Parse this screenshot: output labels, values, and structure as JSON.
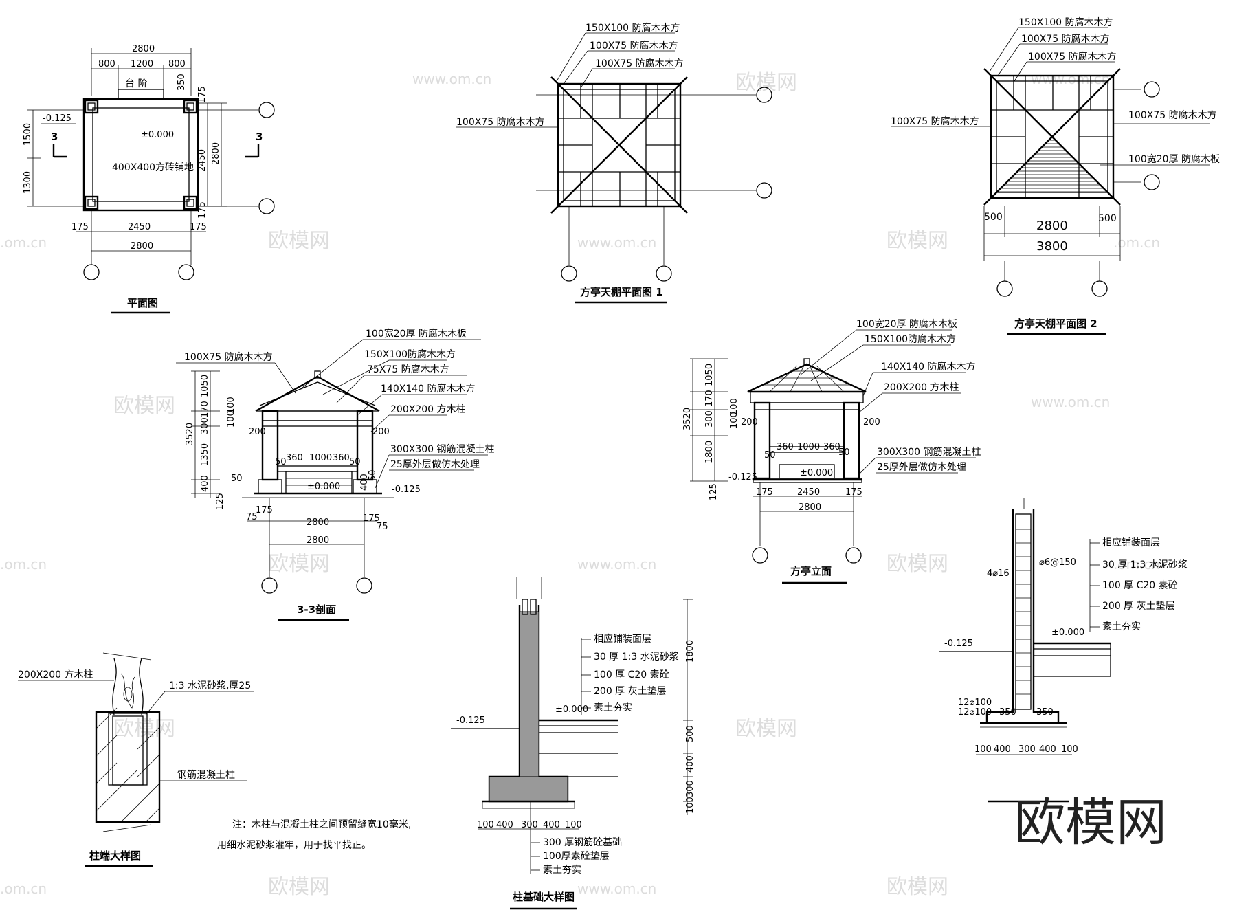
{
  "drawings": {
    "plan": {
      "title": "平面图",
      "dims": [
        "2800",
        "800",
        "1200",
        "800",
        "350",
        "175",
        "2450",
        "2800",
        "175",
        "1500",
        "1300",
        "175",
        "2450",
        "175",
        "2800"
      ],
      "level_top": "-0.125",
      "level_center": "±0.000",
      "step_label": "台 阶",
      "floor_label": "400X400方砖铺地",
      "section_mark": "3"
    },
    "roof1": {
      "title": "方亭天棚平面图 1",
      "labels": [
        "150X100  防腐木木方",
        "100X75  防腐木木方",
        "100X75  防腐木木方",
        "100X75  防腐木木方"
      ]
    },
    "roof2": {
      "title": "方亭天棚平面图 2",
      "labels": [
        "150X100  防腐木木方",
        "100X75  防腐木木方",
        "100X75  防腐木木方",
        "100X75  防腐木木方",
        "100X75  防腐木木方",
        "100宽20厚  防腐木板"
      ],
      "dims": [
        "500",
        "2800",
        "500",
        "3800"
      ]
    },
    "section33": {
      "title": "3-3剖面",
      "labels": [
        "100宽20厚  防腐木木板",
        "100X75  防腐木木方",
        "150X100防腐木木方",
        "75X75  防腐木木方",
        "140X140  防腐木木方",
        "200X200  方木柱",
        "300X300  钢筋混凝土柱",
        "25厚外层做仿木处理"
      ],
      "vdims": [
        "1050",
        "170",
        "300",
        "1350",
        "400",
        "3520",
        "125"
      ],
      "vdims_inner": [
        "100",
        "100",
        "50"
      ],
      "hdims": [
        "200",
        "200",
        "50",
        "360",
        "1000",
        "360",
        "50"
      ],
      "level": "±0.000",
      "level_low": "-0.125",
      "bottom_dims": [
        "175",
        "75",
        "2800",
        "175",
        "75",
        "2800"
      ],
      "side_dims": [
        "400",
        "50"
      ]
    },
    "elevation": {
      "title": "方亭立面",
      "labels": [
        "100宽20厚  防腐木木板",
        "150X100防腐木木方",
        "140X140  防腐木木方",
        "200X200  方木柱",
        "300X300  钢筋混凝土柱",
        "25厚外层做仿木处理"
      ],
      "vdims": [
        "1050",
        "170",
        "300",
        "1800",
        "3520",
        "125"
      ],
      "vdims_inner": [
        "100",
        "100"
      ],
      "hdims": [
        "200",
        "200",
        "50",
        "360",
        "1000",
        "360",
        "50"
      ],
      "level": "±0.000",
      "level_low": "-0.125",
      "bottom_dims": [
        "175",
        "2450",
        "175",
        "2800"
      ]
    },
    "column_end": {
      "title": "柱端大样图",
      "labels": [
        "200X200  方木柱",
        "1:3 水泥砂浆,厚25",
        "钢筋混凝土柱"
      ],
      "note_line1": "注：木柱与混凝土柱之间预留缝宽10毫米,",
      "note_line2": "用细水泥砂浆灌牢，用于找平找正。"
    },
    "foundation": {
      "title": "柱基础大样图",
      "labels": [
        "相应铺装面层",
        "30 厚 1:3 水泥砂浆",
        "100 厚 C20  素砼",
        "200  厚 灰土垫层",
        "素土夯实"
      ],
      "bottom_labels": [
        "300 厚钢筋砼基础",
        "100厚素砼垫层",
        "素土夯实"
      ],
      "level": "±0.000",
      "level_low": "-0.125",
      "vdims": [
        "1800",
        "500",
        "400",
        "300",
        "100"
      ],
      "hdims": [
        "100",
        "400",
        "300",
        "400",
        "100"
      ]
    },
    "foundation2": {
      "labels": [
        "相应铺装面层",
        "30 厚 1:3 水泥砂浆",
        "100 厚 C20  素砼",
        "200  厚 灰土垫层",
        "素土夯实"
      ],
      "rebar": [
        "4⌀16",
        "⌀6@150",
        "12⌀100",
        "12⌀100"
      ],
      "level": "±0.000",
      "level_low": "-0.125",
      "inner_dims": [
        "350",
        "350"
      ],
      "hdims": [
        "100",
        "400",
        "300",
        "400",
        "100"
      ]
    }
  },
  "watermark": {
    "brand": "欧模网",
    "url": "www.om.cn",
    "domain_fragment": ".om.cn"
  }
}
